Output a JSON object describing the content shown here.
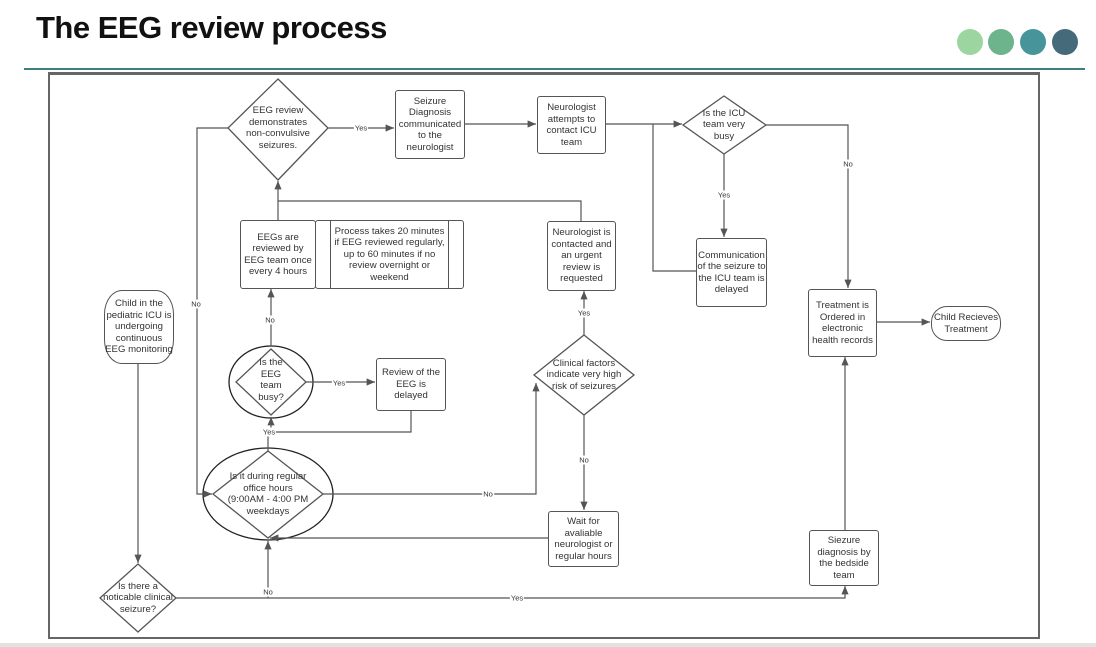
{
  "slide": {
    "title": "The EEG review process",
    "accent_colors": [
      "#9dd5a0",
      "#6db38c",
      "#47959a",
      "#456b7a"
    ],
    "rule_color": "#3e7f80"
  },
  "flowchart": {
    "nodes": {
      "start": "Child in the pediatric ICU is undergoing continuous EEG monitoring",
      "noticeable_seizure": "Is there a noticable clinical seizure?",
      "office_hours": "Is it during regular office hours (9:00AM - 4:00 PM weekdays",
      "eeg_team_busy": "Is the EEG team busy?",
      "review_delayed": "Review of the EEG is delayed",
      "eegs_reviewed": "EEGs are reviewed by EEG team once every 4 hours",
      "process_takes": "Process takes 20 minutes if EEG reviewed regularly, up to 60 minutes if no review overnight or weekend",
      "eeg_review_demonstrates": "EEG review demonstrates non-convulsive seizures.",
      "diagnosis_communicated": "Seizure Diagnosis communicated to the neurologist",
      "neurologist_attempts": "Neurologist attempts to contact ICU team",
      "icu_busy": "Is the ICU team very busy",
      "communication_delayed": "Communication of the seizure to the ICU team is delayed",
      "treatment_ordered": "Treatment is Ordered in electronic health records",
      "child_receives": "Child Recieves Treatment",
      "neurologist_contacted": "Neurologist is contacted and an urgent review is requested",
      "clinical_factors": "Clinical factors indicate very high risk of seizures",
      "wait_for_neurologist": "Wait for avaliable neurologist or regular hours",
      "bedside_diagnosis": "Siezure diagnosis by the bedside team"
    },
    "edge_labels": {
      "eeg_review_yes": "Yes",
      "eeg_review_no": "No",
      "icu_busy_yes": "Yes",
      "icu_busy_no": "No",
      "eeg_team_busy_yes": "Yes",
      "eeg_team_busy_no": "No",
      "review_delayed_back_yes": "Yes",
      "office_hours_no": "No",
      "clinical_yes": "Yes",
      "clinical_no": "No",
      "noticeable_no": "No",
      "noticeable_yes": "Yes"
    }
  }
}
